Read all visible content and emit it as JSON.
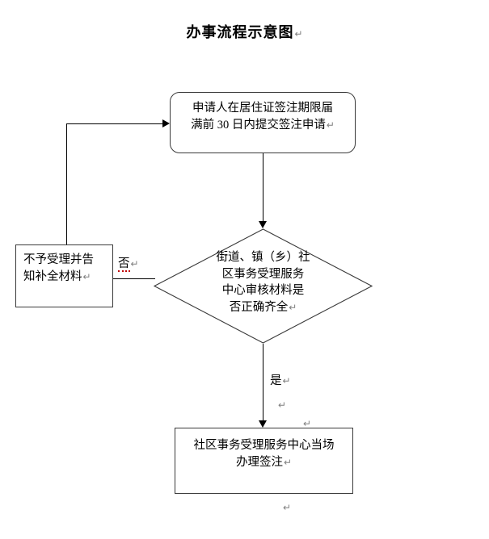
{
  "document": {
    "title": "办事流程示意图",
    "paragraph_mark": "↵"
  },
  "flowchart": {
    "type": "flowchart",
    "nodes": [
      {
        "id": "start",
        "shape": "rounded-rectangle",
        "lines": [
          "申请人在居住证签注期限届",
          "满前 30 日内提交签注申请"
        ],
        "text": "申请人在居住证签注期限届满前 30 日内提交签注申请"
      },
      {
        "id": "decision",
        "shape": "diamond",
        "lines": [
          "街道、镇（乡）社",
          "区事务受理服务",
          "中心审核材料是",
          "否正确齐全"
        ],
        "text": "街道、镇（乡）社区事务受理服务中心审核材料是否正确齐全"
      },
      {
        "id": "reject",
        "shape": "rectangle",
        "lines": [
          "不予受理并告",
          "知补全材料"
        ],
        "text": "不予受理并告知补全材料"
      },
      {
        "id": "handle",
        "shape": "rectangle",
        "lines": [
          "社区事务受理服务中心当场",
          "办理签注"
        ],
        "text": "社区事务受理服务中心当场办理签注"
      }
    ],
    "edges": [
      {
        "id": "start-to-decision",
        "from": "start",
        "to": "decision",
        "label": "",
        "arrow": true
      },
      {
        "id": "decision-to-reject",
        "from": "decision",
        "to": "reject",
        "label": "否",
        "arrow": false,
        "label_misspelled": true
      },
      {
        "id": "decision-to-handle",
        "from": "decision",
        "to": "handle",
        "label": "是",
        "arrow": true
      },
      {
        "id": "reject-to-start",
        "from": "reject",
        "to": "start",
        "label": "",
        "arrow": true
      }
    ]
  },
  "colors": {
    "stroke": "#3a3a3a",
    "connector": "#000000",
    "background": "#ffffff",
    "text": "#000000",
    "paragraph_mark": "#808080",
    "spellcheck_underline": "#c00000"
  }
}
